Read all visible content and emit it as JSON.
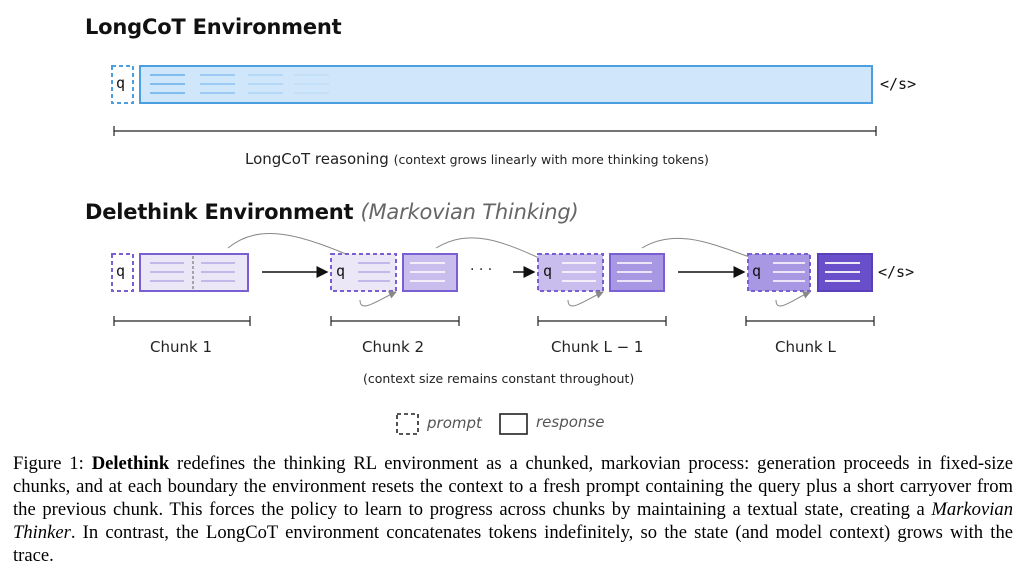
{
  "longcot": {
    "title": "LongCoT Environment",
    "query_token": "q",
    "end_token": "</s>",
    "range_label": "LongCoT reasoning",
    "range_note": "(context grows linearly with more thinking tokens)"
  },
  "delethink": {
    "title": "Delethink Environment",
    "subtitle": "(Markovian Thinking)",
    "query_token": "q",
    "end_token": "</s>",
    "ellipsis": "· · ·",
    "chunks": [
      {
        "label": "Chunk 1"
      },
      {
        "label": "Chunk 2"
      },
      {
        "label": "Chunk L − 1"
      },
      {
        "label": "Chunk L"
      }
    ],
    "note": "(context size remains constant throughout)"
  },
  "legend": {
    "prompt_label": "prompt",
    "response_label": "response"
  },
  "colors": {
    "longcot_fill": "#cfe6fb",
    "longcot_stroke": "#4a9fe0",
    "purple_light": "#ebe7f7",
    "purple_mid": "#c9bdee",
    "purple_strong": "#a897e3",
    "purple_dark": "#6a4fcb",
    "purple_stroke": "#7a5fd3"
  },
  "caption": {
    "figure_label": "Figure 1:",
    "bold_term": "Delethink",
    "text_1": " redefines the thinking RL environment as a chunked, markovian process: generation proceeds in fixed-size chunks, and at each boundary the environment resets the context to a fresh prompt containing the query plus a short carryover from the previous chunk. This forces the policy to learn to progress across chunks by maintaining a textual state, creating a ",
    "italic_term": "Markovian Thinker",
    "text_2": ". In contrast, the LongCoT environment concatenates tokens indefinitely, so the state (and model context) grows with the trace."
  }
}
